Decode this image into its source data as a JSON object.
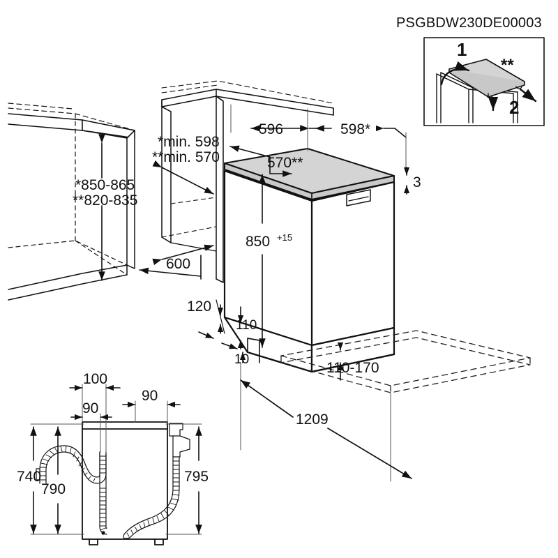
{
  "document": {
    "title": "PSGBDW230DE00003",
    "type": "appliance-installation-dimension-drawing",
    "units": "mm"
  },
  "colors": {
    "line": "#111111",
    "worktop_fill": "#d4d4d4",
    "background": "#ffffff",
    "dashed": "#333333"
  },
  "inset": {
    "name": "worktop-removal-detail",
    "step1": "1",
    "step2": "2",
    "note": "**"
  },
  "cabinet_left": {
    "height_label_line1": "*850-865",
    "height_label_line2": "**820-835",
    "depth_label": "600"
  },
  "niche": {
    "width_label_line1": "*min. 598",
    "width_label_line2": "**min. 570"
  },
  "appliance": {
    "top_depth": "596",
    "top_width": "598*",
    "worktop_depth": "570**",
    "worktop_thickness": "3",
    "body_height": "850",
    "body_height_tolerance": "+15",
    "plinth_height": "110",
    "plinth_recess": "10",
    "plinth_offset": "120",
    "door_clearance": "110-170",
    "door_open_depth": "1209"
  },
  "hose_detail": {
    "name": "rear-hose-connection-view",
    "dim_top_outer": "100",
    "dim_top_inner_left": "90",
    "dim_top_inner_right": "90",
    "dim_left_outer": "740",
    "dim_left_inner": "790",
    "dim_right": "795",
    "drain_hose": "drain-hose",
    "inlet_hose": "inlet-hose"
  }
}
